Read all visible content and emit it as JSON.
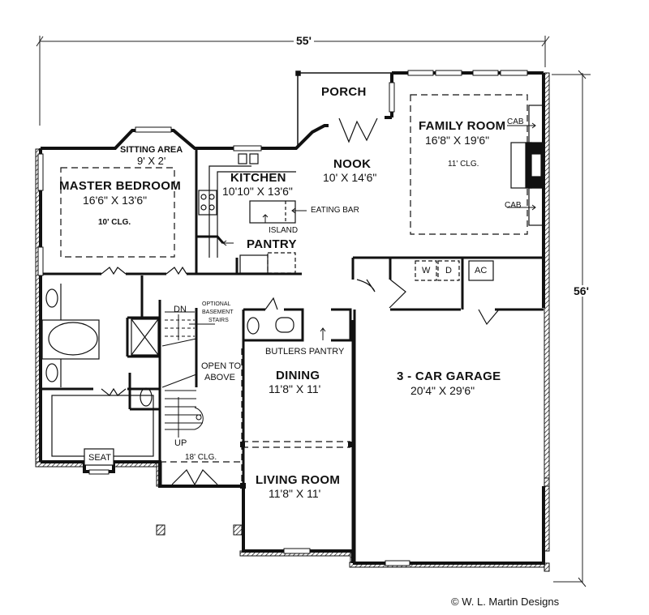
{
  "plan": {
    "overall_width": "55'",
    "overall_depth": "56'",
    "credit": "© W. L. Martin Designs"
  },
  "rooms": {
    "porch": {
      "name": "PORCH"
    },
    "family_room": {
      "name": "FAMILY ROOM",
      "dim": "16'8\" X 19'6\"",
      "ceiling": "11' CLG."
    },
    "nook": {
      "name": "NOOK",
      "dim": "10' X 14'6\""
    },
    "master_bedroom": {
      "name": "MASTER BEDROOM",
      "dim": "16'6\" X 13'6\"",
      "ceiling": "10' CLG."
    },
    "sitting_area": {
      "name": "SITTING AREA",
      "dim": "9' X 2'"
    },
    "kitchen": {
      "name": "KITCHEN",
      "dim": "10'10\" X 13'6\""
    },
    "pantry": {
      "name": "PANTRY"
    },
    "dining": {
      "name": "DINING",
      "dim": "11'8\" X 11'"
    },
    "living_room": {
      "name": "LIVING ROOM",
      "dim": "11'8\" X 11'"
    },
    "garage": {
      "name": "3 - CAR GARAGE",
      "dim": "20'4\" X 29'6\""
    },
    "foyer": {
      "ceiling": "18' CLG."
    }
  },
  "annotations": {
    "eating_bar": "EATING BAR",
    "island": "ISLAND",
    "cab_top": "CAB",
    "cab_bottom": "CAB",
    "optional_basement_1": "OPTIONAL",
    "optional_basement_2": "BASEMENT",
    "optional_basement_3": "STAIRS",
    "dn": "DN",
    "up": "UP",
    "open_to_1": "OPEN TO",
    "open_to_2": "ABOVE",
    "butlers_pantry": "BUTLERS PANTRY",
    "washer": "W",
    "dryer": "D",
    "ac": "AC",
    "seat": "SEAT"
  },
  "colors": {
    "wall": "#111111",
    "background": "#ffffff"
  }
}
